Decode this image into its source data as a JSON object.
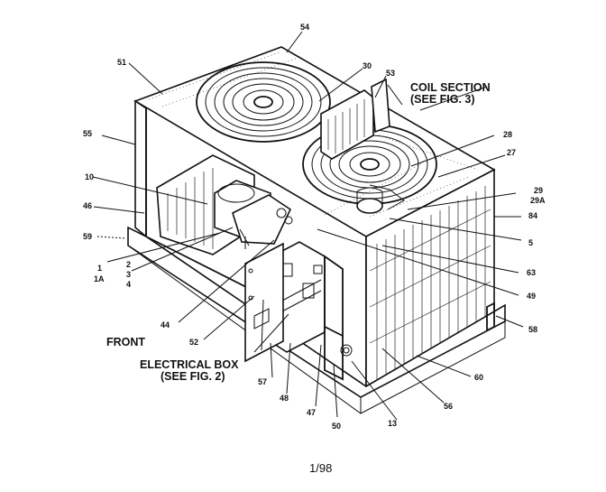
{
  "callouts": [
    {
      "id": "54",
      "text": "54"
    },
    {
      "id": "51",
      "text": "51"
    },
    {
      "id": "30",
      "text": "30"
    },
    {
      "id": "53",
      "text": "53"
    },
    {
      "id": "55",
      "text": "55"
    },
    {
      "id": "28",
      "text": "28"
    },
    {
      "id": "27",
      "text": "27"
    },
    {
      "id": "10",
      "text": "10"
    },
    {
      "id": "29",
      "text": "29"
    },
    {
      "id": "29A",
      "text": "29A"
    },
    {
      "id": "46",
      "text": "46"
    },
    {
      "id": "84",
      "text": "84"
    },
    {
      "id": "59",
      "text": "59"
    },
    {
      "id": "5",
      "text": "5"
    },
    {
      "id": "1",
      "text": "1"
    },
    {
      "id": "1A",
      "text": "1A"
    },
    {
      "id": "63",
      "text": "63"
    },
    {
      "id": "2",
      "text": "2"
    },
    {
      "id": "3",
      "text": "3"
    },
    {
      "id": "4",
      "text": "4"
    },
    {
      "id": "49",
      "text": "49"
    },
    {
      "id": "44",
      "text": "44"
    },
    {
      "id": "58",
      "text": "58"
    },
    {
      "id": "52",
      "text": "52"
    },
    {
      "id": "60",
      "text": "60"
    },
    {
      "id": "57",
      "text": "57"
    },
    {
      "id": "48",
      "text": "48"
    },
    {
      "id": "47",
      "text": "47"
    },
    {
      "id": "50",
      "text": "50"
    },
    {
      "id": "13",
      "text": "13"
    },
    {
      "id": "56",
      "text": "56"
    }
  ],
  "section_labels": {
    "coil_section_line1": "COIL SECTION",
    "coil_section_line2": "(SEE FIG. 3)",
    "front": "FRONT",
    "electrical_box_line1": "ELECTRICAL BOX",
    "electrical_box_line2": "(SEE FIG. 2)"
  },
  "footer": {
    "page_ref": "1/98"
  }
}
